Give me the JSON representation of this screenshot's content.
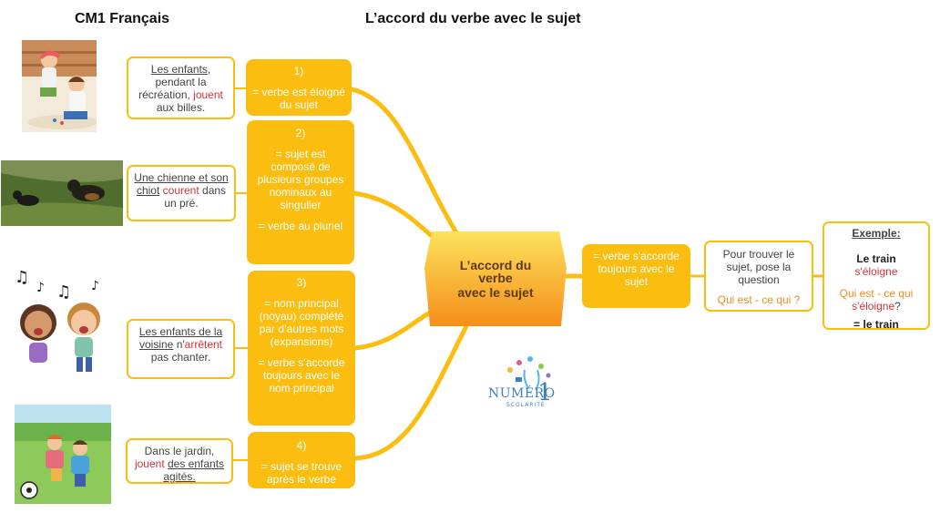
{
  "header": {
    "left_title": "CM1 Français",
    "main_title": "L’accord du verbe avec le sujet"
  },
  "center": {
    "line1": "L’accord du",
    "line2": "verbe",
    "line3": "avec le sujet"
  },
  "rules": [
    {
      "num": "1)",
      "text": "= verbe est éloigné du sujet"
    },
    {
      "num": "2)",
      "text": "= sujet est composé de plusieurs groupes nominaux au singulier",
      "text2": "= verbe au pluriel"
    },
    {
      "num": "3)",
      "text": "= nom principal (noyau) complété par d’autres mots (expansions)",
      "text2": "= verbe s’accorde toujours avec le nom principal"
    },
    {
      "num": "4)",
      "text": "= sujet se trouve après le verbe"
    }
  ],
  "examples": [
    {
      "a": "Les enfants",
      "b": ",",
      "c": "pendant la récréation,",
      "verb": "jouent",
      "d": "aux billes."
    },
    {
      "a": "Une chienne et son chiot",
      "verb": "courent",
      "d": "dans un pré."
    },
    {
      "a": "Les enfants de la voisine",
      "pre": "n'",
      "verb": "arrêtent",
      "d": "pas chanter."
    },
    {
      "a": "Dans le jardin,",
      "verb": "jouent",
      "subj": "des enfants agités."
    }
  ],
  "right": {
    "accord": "= verbe s'accorde toujours avec le sujet",
    "question_intro": "Pour trouver le sujet, pose la question",
    "question": "Qui est - ce qui ?",
    "example_title": "Exemple:",
    "ex_line1": "Le train",
    "ex_line2": "s'éloigne",
    "ex_q1": "Qui est - ce qui",
    "ex_q2": "s'éloigne",
    "ex_q_mark": "?",
    "ex_answer": "= le train"
  },
  "logo": {
    "main": "NUMÉRO",
    "num": "1",
    "sub": "SCOLARITÉ"
  },
  "colors": {
    "accent": "#fbbd10",
    "verb": "#d0343b",
    "question": "#f08a1c",
    "center_top": "#fde25a",
    "center_bottom": "#f58f1c"
  }
}
